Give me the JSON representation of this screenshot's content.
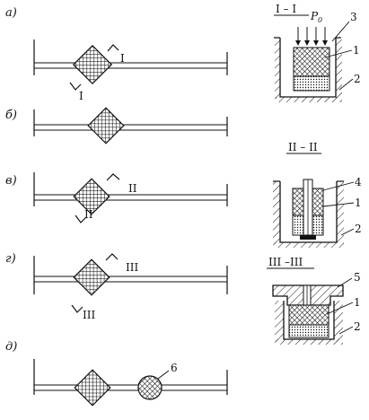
{
  "rows": [
    {
      "letter": "а)",
      "section_label": "I",
      "section_mark": "I"
    },
    {
      "letter": "б)"
    },
    {
      "letter": "в)",
      "section_label": "II",
      "section_mark": "II"
    },
    {
      "letter": "г)",
      "section_label": "III",
      "section_mark": "III"
    },
    {
      "letter": "д)",
      "callout": "6"
    }
  ],
  "sections": [
    {
      "title": "I – I",
      "load_label": "P",
      "load_sub": "0",
      "callouts": [
        "3",
        "1",
        "2"
      ]
    },
    {
      "title": "II – II",
      "callouts": [
        "4",
        "1",
        "2"
      ]
    },
    {
      "title": "III –III",
      "callouts": [
        "5",
        "1",
        "2"
      ]
    }
  ]
}
